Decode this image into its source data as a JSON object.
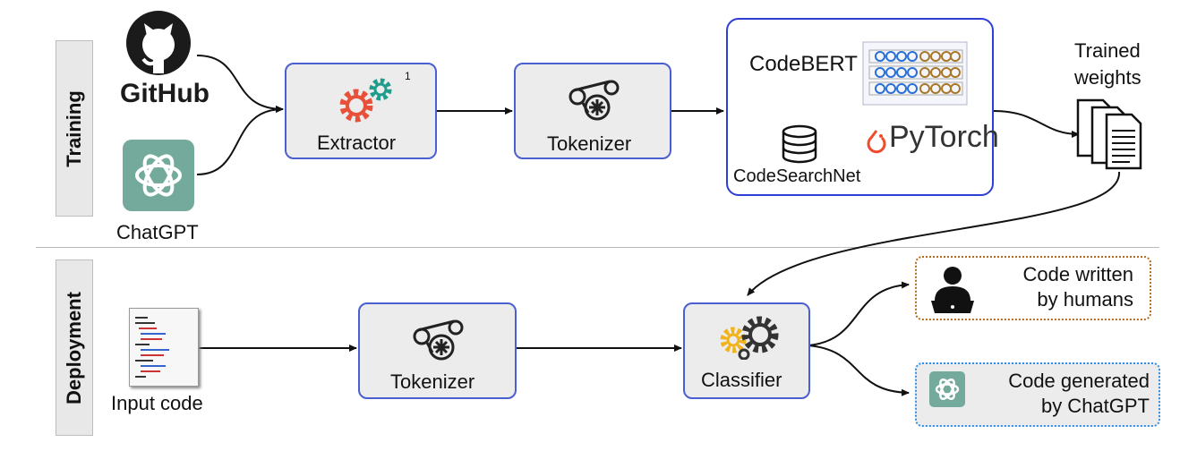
{
  "sections": {
    "training": "Training",
    "deployment": "Deployment"
  },
  "training": {
    "sources": {
      "github": "GitHub",
      "chatgpt": "ChatGPT"
    },
    "extractor": {
      "label": "Extractor",
      "footnote": "1"
    },
    "tokenizer": "Tokenizer",
    "model_box": {
      "codebert": "CodeBERT",
      "pytorch": "PyTorch",
      "dataset": "CodeSearchNet"
    },
    "weights": {
      "line1": "Trained",
      "line2": "weights"
    }
  },
  "deployment": {
    "input": "Input code",
    "tokenizer": "Tokenizer",
    "classifier": "Classifier",
    "human": {
      "line1": "Code written",
      "line2": "by humans"
    },
    "gpt": {
      "line1": "Code generated",
      "line2": "by ChatGPT"
    }
  },
  "colors": {
    "box_border": "#4a5fd0",
    "box_fill": "#ececec",
    "human_border": "#b06a1e",
    "gpt_border": "#2f8fe6",
    "gear_red": "#e8503a",
    "gear_teal": "#1f9c8c",
    "gear_yellow": "#f2b21a",
    "chatgpt_green": "#74aa9c",
    "pytorch_orange": "#ee4c2c"
  }
}
